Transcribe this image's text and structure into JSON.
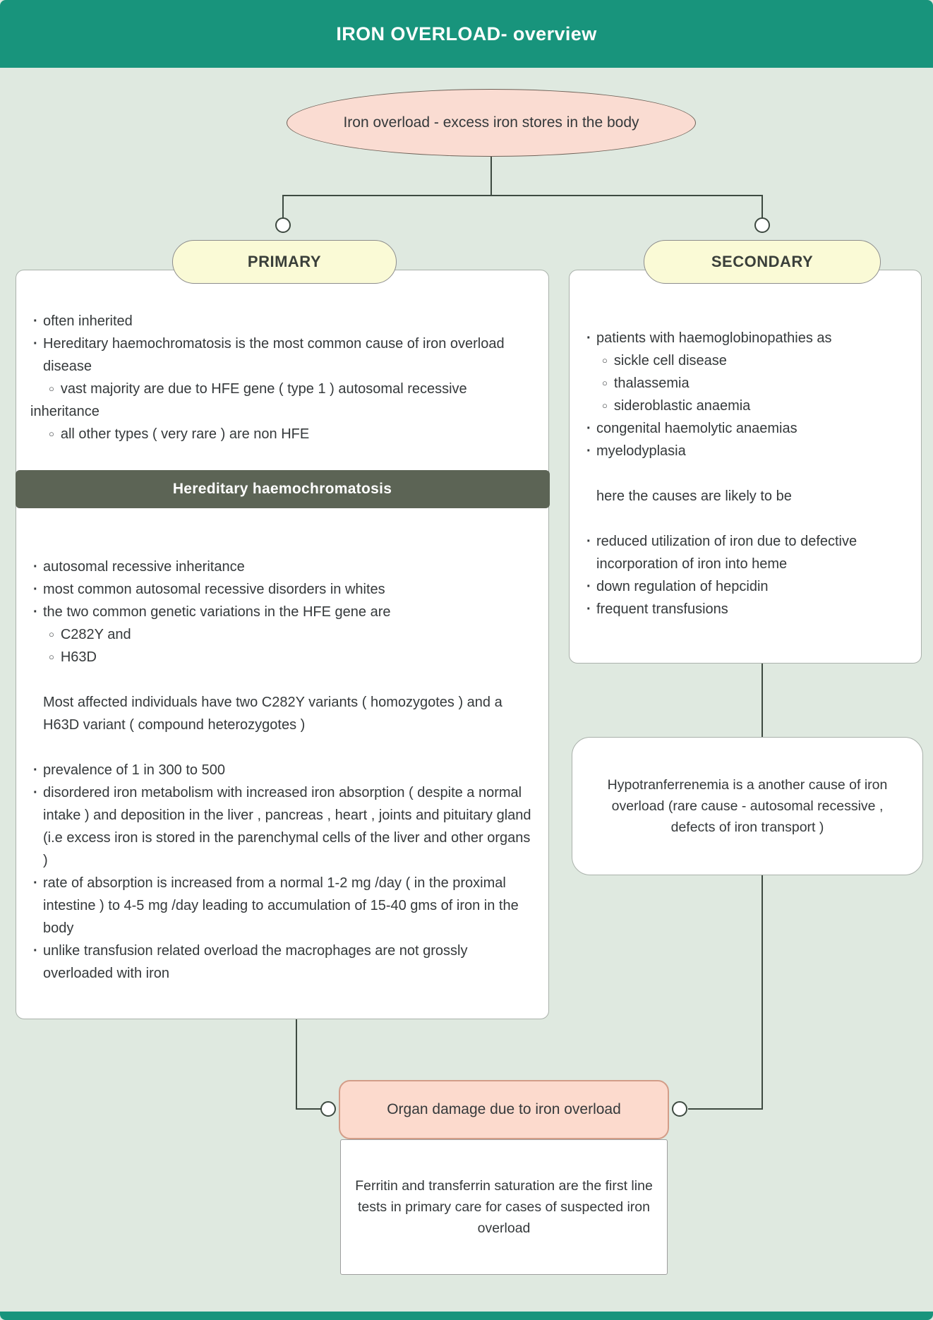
{
  "header": {
    "title": "IRON OVERLOAD- overview"
  },
  "root": {
    "label": "Iron overload - excess iron stores in the body"
  },
  "primary": {
    "label": "PRIMARY",
    "intro_items": [
      {
        "marker": "dot",
        "text": "often inherited"
      },
      {
        "marker": "dot",
        "text": "Hereditary haemochromatosis is the most common cause of iron overload disease"
      },
      {
        "marker": "circle",
        "text": "vast majority are due to HFE gene ( type 1 ) autosomal recessive inheritance"
      },
      {
        "marker": "circle",
        "text": "all other types ( very rare ) are non HFE"
      }
    ],
    "banner": "Hereditary haemochromatosis",
    "detail_items": [
      {
        "marker": "dot",
        "text": "autosomal recessive inheritance"
      },
      {
        "marker": "dot",
        "text": "most common autosomal recessive disorders in whites"
      },
      {
        "marker": "dot",
        "text": "the two common genetic variations in the HFE gene are"
      },
      {
        "marker": "circle",
        "text": "C282Y and"
      },
      {
        "marker": "circle",
        "text": "H63D"
      },
      {
        "marker": "none",
        "text": "Most affected individuals have two C282Y variants ( homozygotes ) and a H63D variant ( compound heterozygotes )"
      },
      {
        "marker": "dot",
        "text": "prevalence of 1 in 300 to 500"
      },
      {
        "marker": "dot",
        "text": "disordered iron metabolism with increased iron absorption ( despite a normal intake ) and deposition in the liver , pancreas , heart , joints and pituitary gland (i.e excess iron is stored in the parenchymal cells of the liver and other organs )"
      },
      {
        "marker": "dot",
        "text": "rate of absorption is increased from a normal 1-2 mg /day ( in the proximal intestine ) to 4-5 mg /day leading to accumulation of 15-40 gms of iron in the body"
      },
      {
        "marker": "dot",
        "text": "unlike transfusion related overload the macrophages are not grossly overloaded with iron"
      }
    ]
  },
  "secondary": {
    "label": "SECONDARY",
    "items": [
      {
        "marker": "dot",
        "text": "patients with haemoglobinopathies as"
      },
      {
        "marker": "circle",
        "text": "sickle cell disease"
      },
      {
        "marker": "circle",
        "text": "thalassemia"
      },
      {
        "marker": "circle",
        "text": "sideroblastic anaemia"
      },
      {
        "marker": "dot",
        "text": "congenital haemolytic anaemias"
      },
      {
        "marker": "dot",
        "text": "myelodyplasia"
      },
      {
        "marker": "none",
        "text": "here the causes are likely to be"
      },
      {
        "marker": "dot",
        "text": "reduced utilization of iron due to defective incorporation of iron into heme"
      },
      {
        "marker": "dot",
        "text": "down regulation of hepcidin"
      },
      {
        "marker": "dot",
        "text": "frequent transfusions"
      }
    ],
    "note": "Hypotranferrenemia is a another cause of iron overload  (rare cause - autosomal recessive , defects of iron transport )"
  },
  "outcome": {
    "label": "Organ damage due to iron overload",
    "note": "Ferritin and transferrin saturation are the first line tests in primary care for cases of suspected iron overload"
  },
  "colors": {
    "teal": "#18947c",
    "background": "#dfe9e0",
    "node_pink": "#fadcd2",
    "node_yellow": "#fafad6",
    "banner_bg": "#5c6455",
    "line": "#3e4a41"
  }
}
